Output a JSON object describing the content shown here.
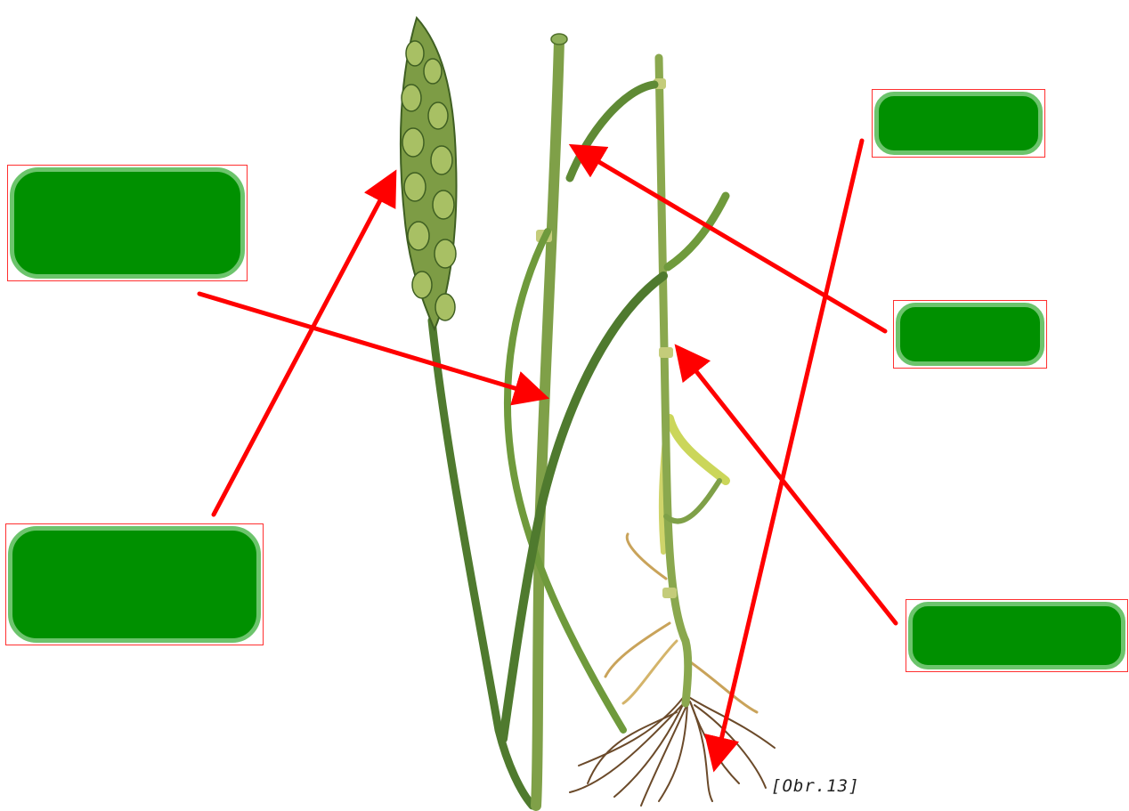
{
  "figure": {
    "caption": "[Obr.13]"
  },
  "colors": {
    "arrow": "#ff0000",
    "dropzone_fill": "#009000",
    "dropzone_rim": "#6cc46c",
    "dropzone_outline": "#ff3030",
    "stem": "#7a9a3a",
    "leaf": "#6f9a3c",
    "spike": "#7d9c45",
    "root": "#6b4a2a"
  },
  "labels": [
    {
      "id": "left-top",
      "text": ""
    },
    {
      "id": "left-bottom",
      "text": ""
    },
    {
      "id": "right-top",
      "text": ""
    },
    {
      "id": "right-middle",
      "text": ""
    },
    {
      "id": "right-bottom",
      "text": ""
    }
  ]
}
